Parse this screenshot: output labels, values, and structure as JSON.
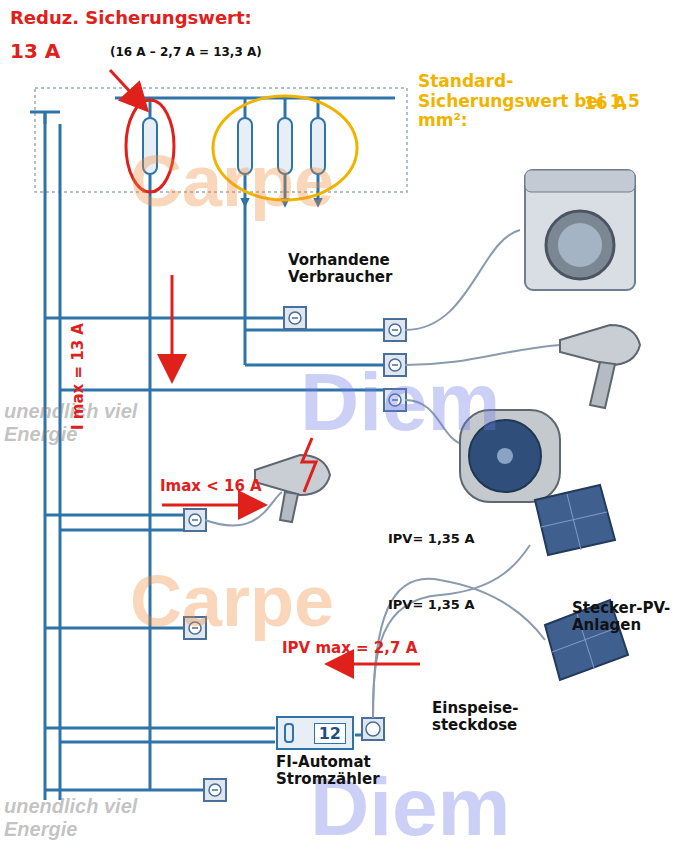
{
  "diagram": {
    "nodes": [
      {
        "text": [
          "12",
          "FI-Automat Stromzähler"
        ]
      }
    ],
    "labels": [
      "Carpe",
      "Diem",
      "Carpe",
      "Diem",
      "unendlich viel Energie",
      "unendlich viel Energie",
      "Reduz. Sicherungswert:",
      "13 A",
      "(16 A – 2,7 A = 13,3 A)",
      "Standard-Sicherungswert bei 1,5 mm²:",
      "16 A",
      "Vorhandene Verbraucher",
      "I max = 13 A",
      "Imax < 16 A",
      "IPV= 1,35 A",
      "IPV= 1,35 A",
      "Stecker-PV- Anlagen",
      "IPV max = 2,7 A",
      "Einspeise- steckdose"
    ]
  }
}
